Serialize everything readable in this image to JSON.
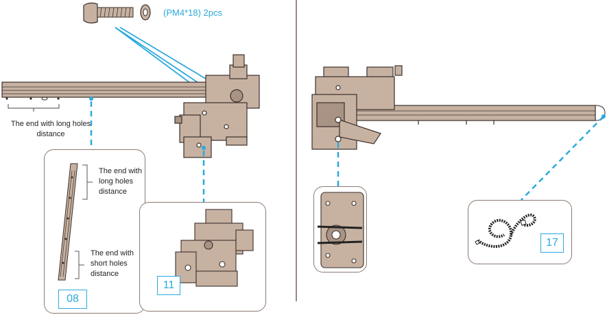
{
  "screw_callout": "(PM4*18) 2pcs",
  "rail_end_label": "The end with long holes distance",
  "panel_08": {
    "long_label": "The end with long holes distance",
    "short_label": "The end with short holes distance",
    "number": "08"
  },
  "panel_11": {
    "number": "11"
  },
  "panel_17": {
    "number": "17"
  },
  "colors": {
    "accent": "#2aa9dc",
    "part_fill": "#c7b2a2",
    "part_stroke": "#3b2f2a",
    "divider": "#9a8a82"
  }
}
